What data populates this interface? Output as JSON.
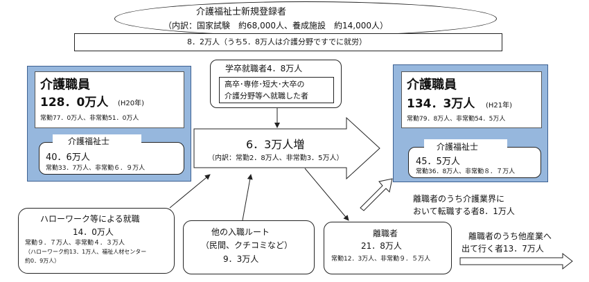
{
  "registration": {
    "title": "介護福祉士新規登録者",
    "breakdown": "（内訳：国家試験　約68,000人、養成施設　約14,000人）",
    "total": "8．2万人（うち5．8万人は介護分野ですでに就労）"
  },
  "left_panel": {
    "title": "介護職員",
    "count": "128．0万人",
    "year": "(H20年)",
    "detail": "常勤77．0万人、非常勤51．0万人",
    "sub_title": "介護福祉士",
    "sub_count": "40．6万人",
    "sub_detail": "常勤33．7万人、非常勤６．９万人"
  },
  "right_panel": {
    "title": "介護職員",
    "count": "134．3万人",
    "year": "(H21年)",
    "detail": "常勤79．8万人、非常勤54．5万人",
    "sub_title": "介護福祉士",
    "sub_count": "45．5万人",
    "sub_detail": "常勤36．8万人、非常勤８．７万人"
  },
  "graduates": {
    "title": "学卒就職者4．8万人",
    "line1": "高卒･専修･短大･大卒の",
    "line2": "介護分野等へ就職した者"
  },
  "increase": {
    "main": "6．3万人増",
    "detail": "（内訳：常勤2．8万人、非常勤3．5万人）"
  },
  "hellowork": {
    "title": "ハローワーク等による就職",
    "count": "14．0万人",
    "detail1": "常勤９．７万人、非常勤４．３万人",
    "detail2": "（ハローワーク約13．1万人、福祉人材センター",
    "detail3": "約0．9万人）"
  },
  "other_route": {
    "line1": "他の入職ルート",
    "line2": "（民間、クチコミなど）",
    "count": "9．3万人"
  },
  "leavers": {
    "title": "離職者",
    "count": "21．8万人",
    "detail": "常勤12．3万人、非常勤９．５万人"
  },
  "transfer_note": {
    "line1": "離職者のうち介護業界に",
    "line2": "おいて転職する者8．1万人"
  },
  "other_industry_note": {
    "line1": "離職者のうち他産業へ",
    "line2": "出て行く者13．7万人"
  }
}
